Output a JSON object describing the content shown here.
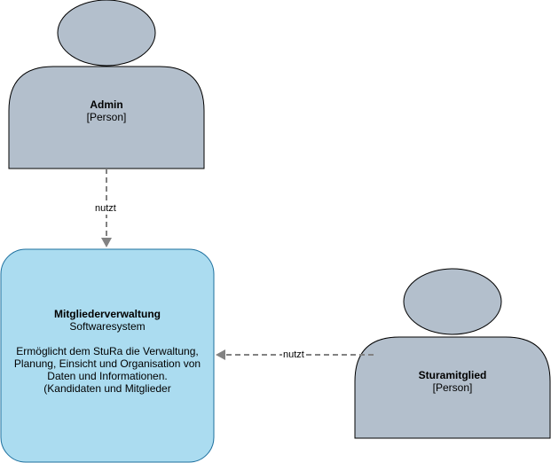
{
  "colors": {
    "person_fill": "#b3bfcc",
    "person_stroke": "#000000",
    "system_fill": "#abdcf0",
    "system_stroke": "#1d6f9e",
    "edge_stroke": "#828282"
  },
  "nodes": {
    "admin": {
      "name": "Admin",
      "type": "[Person]"
    },
    "system": {
      "name": "Mitgliederverwaltung",
      "type": "Softwaresystem",
      "description_lines": [
        "Ermöglicht dem StuRa die Verwaltung,",
        "Planung, Einsicht und Organisation von",
        "Daten und Informationen.",
        "(Kandidaten und Mitglieder"
      ]
    },
    "sturamitglied": {
      "name": "Sturamitglied",
      "type": "[Person]"
    }
  },
  "edges": [
    {
      "from": "Admin",
      "to": "Mitgliederverwaltung",
      "label": "nutzt"
    },
    {
      "from": "Sturamitglied",
      "to": "Mitgliederverwaltung",
      "label": "nutzt"
    }
  ]
}
